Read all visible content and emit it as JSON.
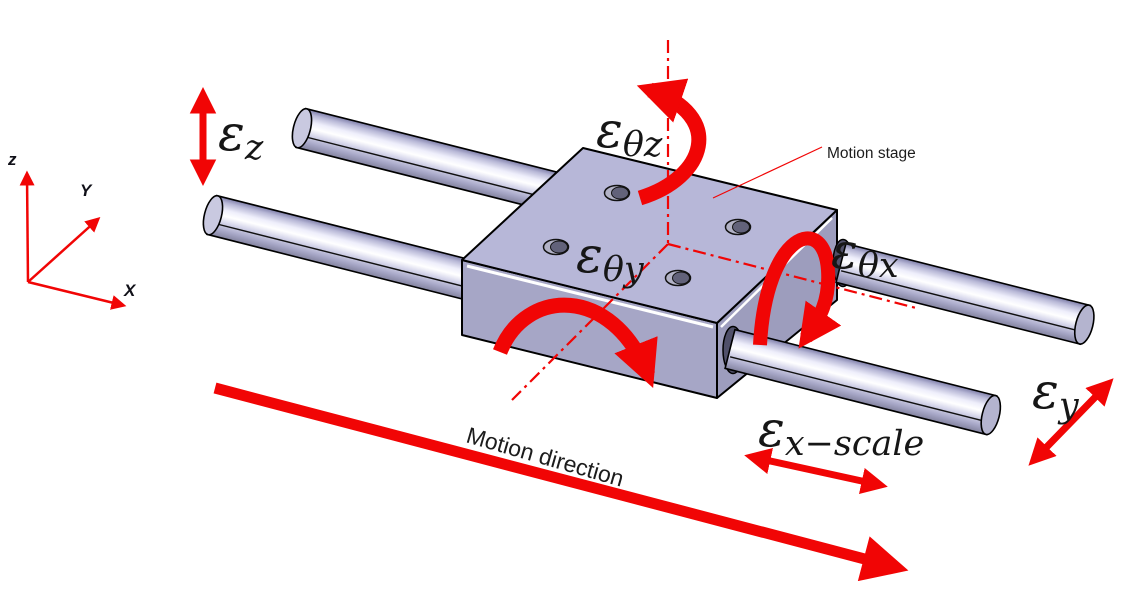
{
  "diagram": {
    "description": "Isometric schematic of a linear motion stage on two guide rails with six error-motion labels",
    "axes_triad": {
      "z": "z",
      "y": "Y",
      "x": "X"
    },
    "error_labels": {
      "ez": {
        "main": "ε",
        "sub": "z"
      },
      "etheta_z": {
        "main": "ε",
        "sub": "θz"
      },
      "etheta_y": {
        "main": "ε",
        "sub": "θy"
      },
      "etheta_x": {
        "main": "ε",
        "sub": "θx"
      },
      "ey": {
        "main": "ε",
        "sub": "y"
      },
      "ex_scale": {
        "main": "ε",
        "sub": "x−scale"
      }
    },
    "annotations": {
      "motion_stage": "Motion stage",
      "motion_direction": "Motion direction"
    },
    "colors": {
      "arrow_red": "#f10505",
      "stage_top": "#b7b7d8",
      "stage_front": "#a6a6c6",
      "stage_right": "#9d9dbd",
      "rail_light": "#ffffff",
      "rail_dark": "#7d7da8",
      "outline": "#000000"
    }
  }
}
